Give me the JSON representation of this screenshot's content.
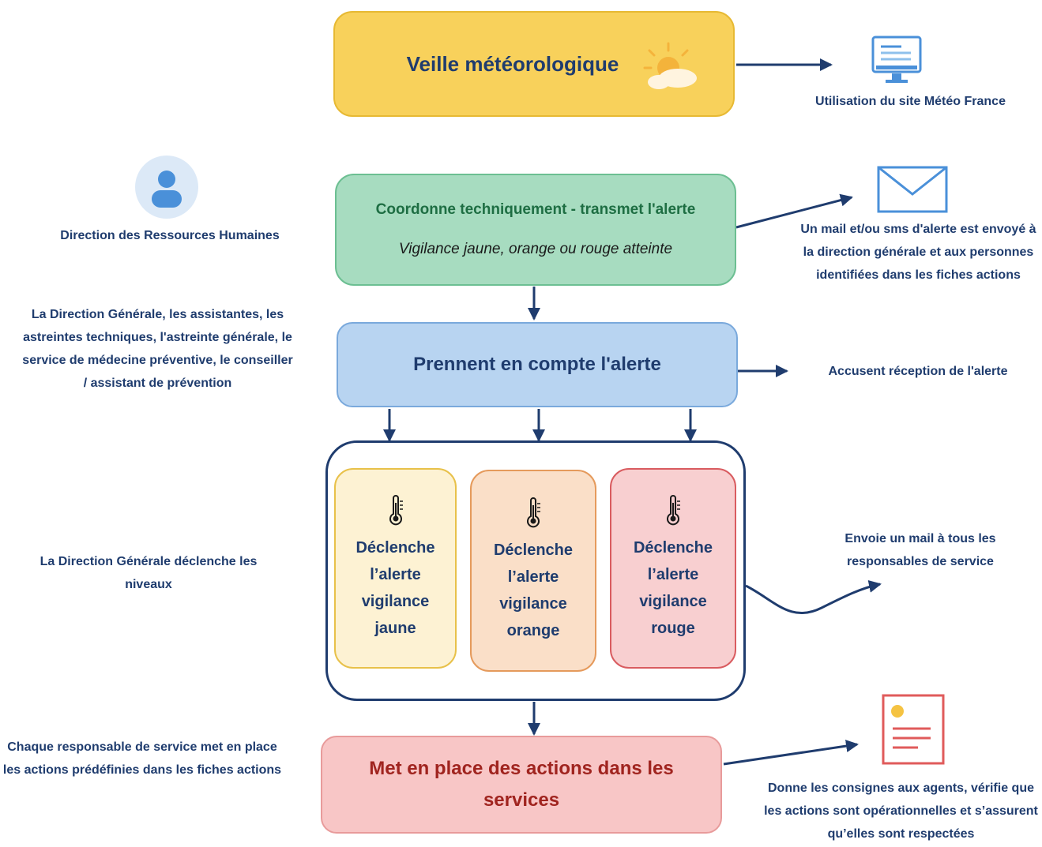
{
  "weather": {
    "title": "Veille météorologique",
    "note": "Utilisation du site Météo France"
  },
  "drh": {
    "label": "Direction des Ressources Humaines"
  },
  "coord": {
    "title": "Coordonne techniquement - transmet l'alerte",
    "subtitle": "Vigilance jaune, orange ou rouge atteinte"
  },
  "mail": {
    "note": "Un mail et/ou sms d'alerte est envoyé à la direction générale et aux personnes identifiées dans les fiches actions"
  },
  "team": {
    "label": "La Direction Générale, les assistantes, les astreintes techniques, l'astreinte générale, le service de médecine préventive, le conseiller / assistant de prévention"
  },
  "take": {
    "title": "Prennent en compte l'alerte",
    "note": "Accusent réception de l'alerte"
  },
  "levels": {
    "label": "La Direction Générale déclenche les niveaux",
    "note": "Envoie un mail à tous les responsables de service",
    "items": [
      {
        "text": "Déclenche l’alerte vigilance jaune",
        "fill": "#fdf2d3",
        "border": "#e8c14a"
      },
      {
        "text": "Déclenche l’alerte vigilance orange",
        "fill": "#fadfc8",
        "border": "#e59a5c"
      },
      {
        "text": "Déclenche l’alerte vigilance rouge",
        "fill": "#f8cfd0",
        "border": "#d95c60"
      }
    ]
  },
  "actions": {
    "title": "Met en place des actions dans les services",
    "label": "Chaque responsable de service met en place les actions prédéfinies dans les fiches actions",
    "note": "Donne les consignes aux agents, vérifie que les actions sont opérationnelles et s’assurent qu’elles sont respectées"
  },
  "colors": {
    "navy": "#1f3c6e",
    "yellow": "#f8d15b",
    "green": "#a7dcc0",
    "blue": "#b8d4f1",
    "pink": "#f8c6c6",
    "darkred": "#a0241f"
  },
  "icons": [
    "sun-cloud-icon",
    "monitor-icon",
    "user-icon",
    "mail-icon",
    "thermometer-icon",
    "document-icon"
  ]
}
